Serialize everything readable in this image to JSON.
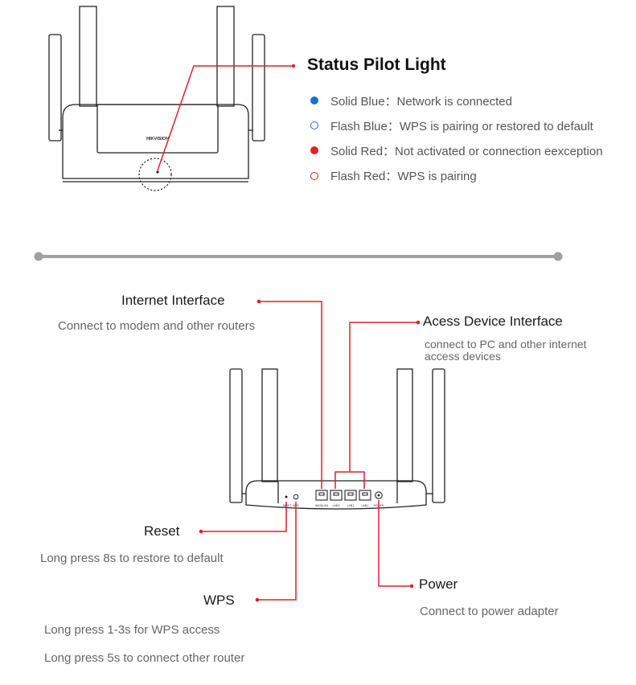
{
  "status_section": {
    "title": "Status Pilot Light",
    "legend": [
      {
        "text": "Solid Blue：Network is connected",
        "style": "solid",
        "color": "#1a6fd4",
        "icon": "solid-blue-dot-icon"
      },
      {
        "text": "Flash Blue：WPS is pairing or restored to default",
        "style": "outline",
        "color": "#1a6fd4",
        "icon": "flash-blue-ring-icon"
      },
      {
        "text": "Solid Red：Not activated or connection eexception",
        "style": "solid",
        "color": "#e0202a",
        "icon": "solid-red-dot-icon"
      },
      {
        "text": "Flash Red：WPS is pairing",
        "style": "outline",
        "color": "#e0202a",
        "icon": "flash-red-ring-icon"
      }
    ]
  },
  "router_front": {
    "logo_text": "HIKVISION"
  },
  "ports_section": {
    "internet": {
      "label": "Internet Interface",
      "desc": "Connect to modem and other routers"
    },
    "access": {
      "label": "Acess Device Interface",
      "desc_lines": [
        "connect to PC and other  internet",
        "access devices"
      ]
    },
    "reset": {
      "label": "Reset",
      "desc": "Long press 8s to restore to default"
    },
    "wps": {
      "label": "WPS",
      "desc_lines": [
        "Long press 1-3s for WPS access",
        "Long press 5s to connect other router"
      ]
    },
    "power": {
      "label": "Power",
      "desc": "Connect to power adapter"
    },
    "port_labels": {
      "reset": "RESET",
      "wps": "WPS",
      "wan": "WAN/LAN",
      "lan3": "LAN3",
      "lan2": "LAN2",
      "lan1": "LAN1",
      "power": "POWER"
    }
  },
  "colors": {
    "accent_red": "#e0202a",
    "divider": "#a0a0a0",
    "line": "#222222"
  }
}
